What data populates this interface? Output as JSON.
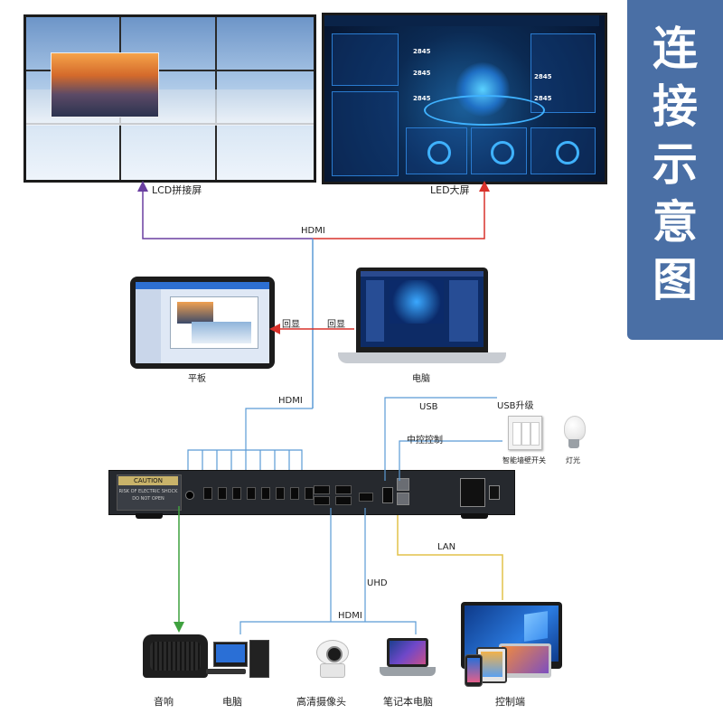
{
  "title": "连接示意图",
  "labels": {
    "lcd": "LCD拼接屏",
    "led": "LED大屏",
    "hdmi_top": "HDMI",
    "tablet": "平板",
    "computer_top": "电脑",
    "echo_left": "回显",
    "echo_right": "回显",
    "hdmi_mid": "HDMI",
    "usb": "USB",
    "usb_upgrade": "USB升级",
    "central_control": "中控控制",
    "smart_switch": "智能墙壁开关",
    "light": "灯光",
    "lan": "LAN",
    "uhd": "UHD",
    "hdmi_bottom": "HDMI",
    "speaker": "音响",
    "computer_bottom": "电脑",
    "camera": "高清摄像头",
    "laptop": "笔记本电脑",
    "control_terminal": "控制端"
  },
  "device_panel": {
    "caution": "CAUTION",
    "caution_sub1": "RISK OF ELECTRIC SHOCK",
    "caution_sub2": "DO NOT OPEN"
  },
  "led_numbers": [
    "2845",
    "2845",
    "2845",
    "2845",
    "2845"
  ],
  "colors": {
    "title_bg": "#4a6fa5",
    "line_blue": "#5b9bd5",
    "arrow_purple": "#6a3fa0",
    "arrow_red": "#d9322b",
    "arrow_green": "#3fa13f",
    "line_yellow": "#e2c24a"
  }
}
